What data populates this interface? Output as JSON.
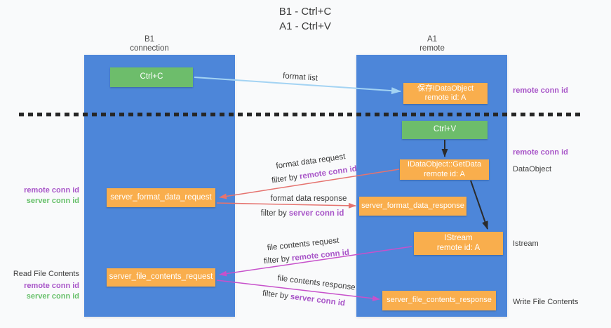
{
  "title": {
    "line1": "B1 - Ctrl+C",
    "line2": "A1 - Ctrl+V"
  },
  "lanes": {
    "left": {
      "title": "B1",
      "subtitle": "connection"
    },
    "right": {
      "title": "A1",
      "subtitle": "remote"
    }
  },
  "nodes": {
    "ctrl_c": {
      "label": "Ctrl+C"
    },
    "save_dataobject": {
      "line1": "保存IDataObject",
      "line2": "remote id: A"
    },
    "ctrl_v": {
      "label": "Ctrl+V"
    },
    "getdata": {
      "line1": "IDataObject::GetData",
      "line2": "remote id: A"
    },
    "format_request": {
      "label": "server_format_data_request"
    },
    "format_response": {
      "label": "server_format_data_response"
    },
    "istream": {
      "line1": "IStream",
      "line2": "remote id: A"
    },
    "file_request": {
      "label": "server_file_contents_request"
    },
    "file_response": {
      "label": "server_file_contents_response"
    }
  },
  "arrows": {
    "format_list": {
      "label": "format list"
    },
    "format_data_request": {
      "label": "format data request",
      "filter_prefix": "filter by",
      "filter_key": "remote conn id"
    },
    "format_data_response": {
      "label": "format data response",
      "filter_prefix": "filter by",
      "filter_key": "server conn id"
    },
    "file_contents_request": {
      "label": "file contents request",
      "filter_prefix": "filter by",
      "filter_key": "remote conn id"
    },
    "file_contents_response": {
      "label": "file contents response",
      "filter_prefix": "filter by",
      "filter_key": "server conn id"
    }
  },
  "side_labels": {
    "right_top_remote_conn_id": "remote conn id",
    "right_mid_remote_conn_id": "remote conn id",
    "dataobject": "DataObject",
    "istream": "Istream",
    "write_file_contents": "Write File Contents",
    "left_format_remote_conn_id": "remote conn id",
    "left_format_server_conn_id": "server conn id",
    "read_file_contents": "Read File Contents",
    "left_file_remote_conn_id": "remote conn id",
    "left_file_server_conn_id": "server conn id"
  },
  "colors": {
    "lane_blue": "#4d86d9",
    "node_green": "#6dbd6b",
    "node_orange": "#f9ae4d",
    "arrow_light_blue": "#a3d3f3",
    "arrow_black": "#2b2b2b",
    "arrow_red": "#e5736f",
    "arrow_magenta": "#c751cb",
    "label_purple": "#a855c8",
    "label_green": "#67c06a",
    "text_dark": "#3b3b3b"
  }
}
